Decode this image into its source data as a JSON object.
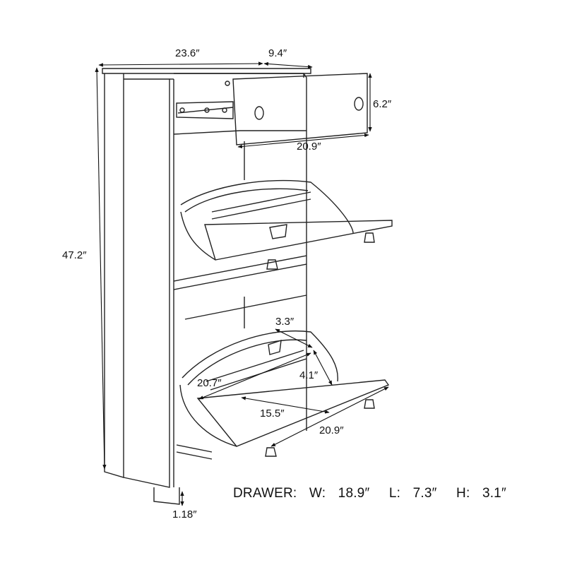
{
  "dimensions": {
    "width": "23.6″",
    "depth": "9.4″",
    "height": "47.2″",
    "drawer_open_height": "6.2″",
    "drawer_open_width": "20.9″",
    "flap_depth": "3.3″",
    "flap_inner": "4.1″",
    "flap_width_inner": "20.7″",
    "flap_shelf_width": "15.5″",
    "flap_outer_width": "20.9″",
    "leg_height": "1.18″"
  },
  "drawer_caption": {
    "label": "DRAWER:",
    "w_label": "W:",
    "w_value": "18.9″",
    "l_label": "L:",
    "l_value": "7.3″",
    "h_label": "H:",
    "h_value": "3.1″"
  },
  "colors": {
    "line": "#222222",
    "dim_line": "#111111",
    "background": "#ffffff"
  }
}
